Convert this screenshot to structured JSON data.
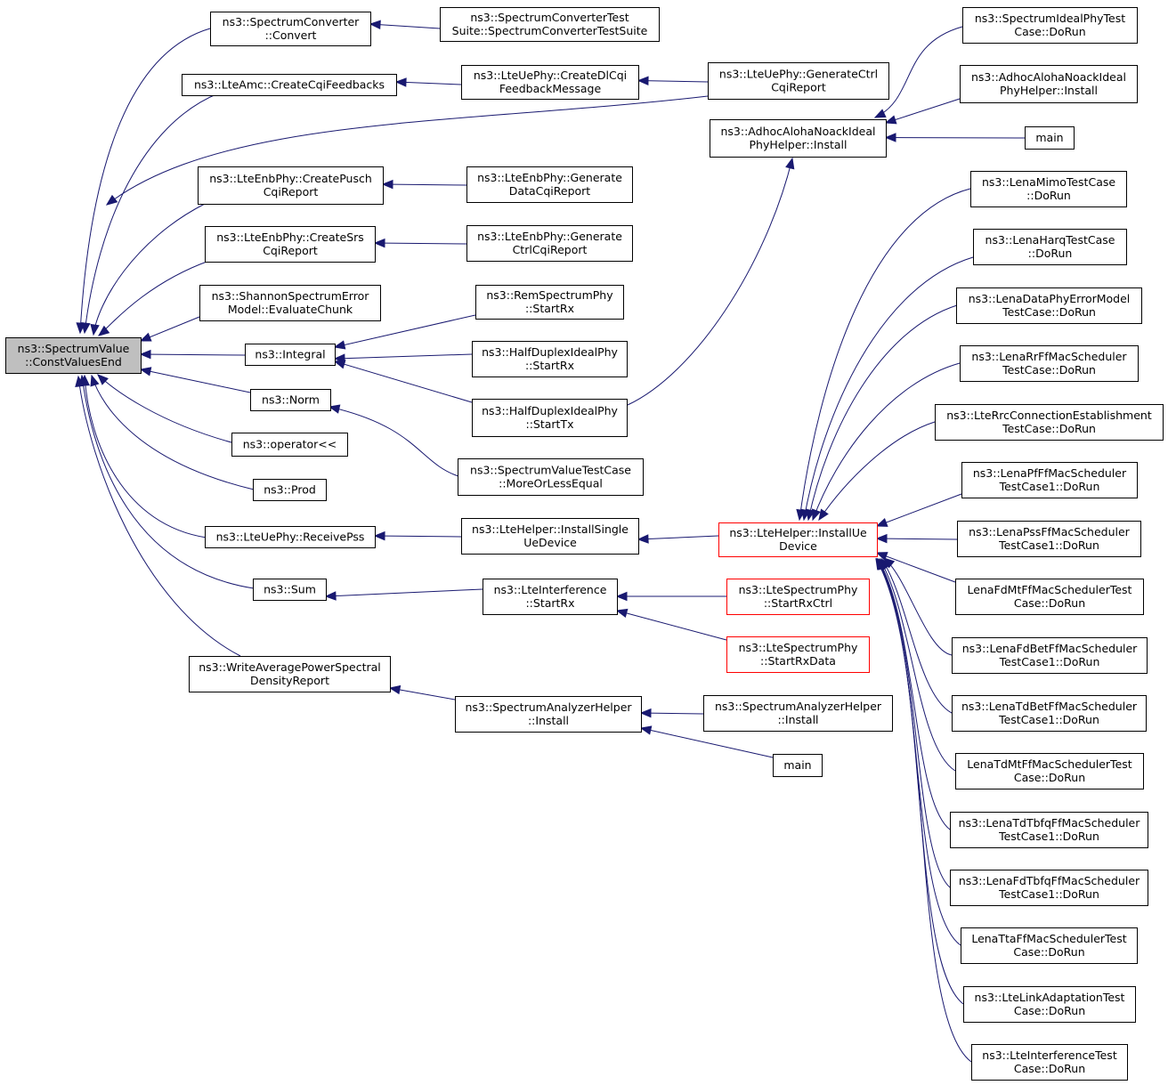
{
  "nodes": [
    {
      "id": "root",
      "lines": [
        "ns3::SpectrumValue",
        "::ConstValuesEnd"
      ],
      "style": "root",
      "link": false
    },
    {
      "id": "sc_convert",
      "lines": [
        "ns3::SpectrumConverter",
        "::Convert"
      ]
    },
    {
      "id": "sc_testsuite",
      "lines": [
        "ns3::SpectrumConverterTest",
        "Suite::SpectrumConverterTestSuite"
      ]
    },
    {
      "id": "lteamc",
      "lines": [
        "ns3::LteAmc::CreateCqiFeedbacks"
      ]
    },
    {
      "id": "ue_createdl",
      "lines": [
        "ns3::LteUePhy::CreateDlCqi",
        "FeedbackMessage"
      ]
    },
    {
      "id": "ue_genctrl",
      "lines": [
        "ns3::LteUePhy::GenerateCtrl",
        "CqiReport"
      ]
    },
    {
      "id": "spec_ideal_test",
      "lines": [
        "ns3::SpectrumIdealPhyTest",
        "Case::DoRun"
      ]
    },
    {
      "id": "aloha_install_right",
      "lines": [
        "ns3::AdhocAlohaNoackIdeal",
        "PhyHelper::Install"
      ]
    },
    {
      "id": "aloha_install_mid",
      "lines": [
        "ns3::AdhocAlohaNoackIdeal",
        "PhyHelper::Install"
      ]
    },
    {
      "id": "main_top",
      "lines": [
        "main"
      ]
    },
    {
      "id": "enb_pusch",
      "lines": [
        "ns3::LteEnbPhy::CreatePusch",
        "CqiReport"
      ]
    },
    {
      "id": "enb_gendata",
      "lines": [
        "ns3::LteEnbPhy::Generate",
        "DataCqiReport"
      ]
    },
    {
      "id": "enb_srs",
      "lines": [
        "ns3::LteEnbPhy::CreateSrs",
        "CqiReport"
      ]
    },
    {
      "id": "enb_genctrl",
      "lines": [
        "ns3::LteEnbPhy::Generate",
        "CtrlCqiReport"
      ]
    },
    {
      "id": "shannon",
      "lines": [
        "ns3::ShannonSpectrumError",
        "Model::EvaluateChunk"
      ]
    },
    {
      "id": "integral",
      "lines": [
        "ns3::Integral"
      ]
    },
    {
      "id": "rem_startrx",
      "lines": [
        "ns3::RemSpectrumPhy",
        "::StartRx"
      ]
    },
    {
      "id": "hd_startrx",
      "lines": [
        "ns3::HalfDuplexIdealPhy",
        "::StartRx"
      ]
    },
    {
      "id": "hd_starttx",
      "lines": [
        "ns3::HalfDuplexIdealPhy",
        "::StartTx"
      ]
    },
    {
      "id": "norm",
      "lines": [
        "ns3::Norm"
      ]
    },
    {
      "id": "operator",
      "lines": [
        "ns3::operator<<"
      ]
    },
    {
      "id": "svtest",
      "lines": [
        "ns3::SpectrumValueTestCase",
        "::MoreOrLessEqual"
      ]
    },
    {
      "id": "prod",
      "lines": [
        "ns3::Prod"
      ]
    },
    {
      "id": "ue_receivepss",
      "lines": [
        "ns3::LteUePhy::ReceivePss"
      ]
    },
    {
      "id": "helper_single",
      "lines": [
        "ns3::LteHelper::InstallSingle",
        "UeDevice"
      ]
    },
    {
      "id": "helper_ue",
      "lines": [
        "ns3::LteHelper::InstallUe",
        "Device"
      ],
      "style": "red"
    },
    {
      "id": "sum",
      "lines": [
        "ns3::Sum"
      ]
    },
    {
      "id": "interference",
      "lines": [
        "ns3::LteInterference",
        "::StartRx"
      ]
    },
    {
      "id": "spec_ctrl",
      "lines": [
        "ns3::LteSpectrumPhy",
        "::StartRxCtrl"
      ],
      "style": "red"
    },
    {
      "id": "spec_data",
      "lines": [
        "ns3::LteSpectrumPhy",
        "::StartRxData"
      ],
      "style": "red"
    },
    {
      "id": "write_avg",
      "lines": [
        "ns3::WriteAveragePowerSpectral",
        "DensityReport"
      ]
    },
    {
      "id": "analyzer_mid",
      "lines": [
        "ns3::SpectrumAnalyzerHelper",
        "::Install"
      ]
    },
    {
      "id": "analyzer_right",
      "lines": [
        "ns3::SpectrumAnalyzerHelper",
        "::Install"
      ]
    },
    {
      "id": "main_bottom",
      "lines": [
        "main"
      ]
    },
    {
      "id": "t_mimo",
      "lines": [
        "ns3::LenaMimoTestCase",
        "::DoRun"
      ]
    },
    {
      "id": "t_harq",
      "lines": [
        "ns3::LenaHarqTestCase",
        "::DoRun"
      ]
    },
    {
      "id": "t_dataphy",
      "lines": [
        "ns3::LenaDataPhyErrorModel",
        "TestCase::DoRun"
      ]
    },
    {
      "id": "t_rrff",
      "lines": [
        "ns3::LenaRrFfMacScheduler",
        "TestCase::DoRun"
      ]
    },
    {
      "id": "t_rrc",
      "lines": [
        "ns3::LteRrcConnectionEstablishment",
        "TestCase::DoRun"
      ]
    },
    {
      "id": "t_pfff",
      "lines": [
        "ns3::LenaPfFfMacScheduler",
        "TestCase1::DoRun"
      ]
    },
    {
      "id": "t_pssff",
      "lines": [
        "ns3::LenaPssFfMacScheduler",
        "TestCase1::DoRun"
      ]
    },
    {
      "id": "t_fdmt",
      "lines": [
        "LenaFdMtFfMacSchedulerTest",
        "Case::DoRun"
      ]
    },
    {
      "id": "t_fdbet",
      "lines": [
        "ns3::LenaFdBetFfMacScheduler",
        "TestCase1::DoRun"
      ]
    },
    {
      "id": "t_tdbet",
      "lines": [
        "ns3::LenaTdBetFfMacScheduler",
        "TestCase1::DoRun"
      ]
    },
    {
      "id": "t_tdmt",
      "lines": [
        "LenaTdMtFfMacSchedulerTest",
        "Case::DoRun"
      ]
    },
    {
      "id": "t_tdtbfq",
      "lines": [
        "ns3::LenaTdTbfqFfMacScheduler",
        "TestCase1::DoRun"
      ]
    },
    {
      "id": "t_fdtbfq",
      "lines": [
        "ns3::LenaFdTbfqFfMacScheduler",
        "TestCase1::DoRun"
      ]
    },
    {
      "id": "t_tta",
      "lines": [
        "LenaTtaFfMacSchedulerTest",
        "Case::DoRun"
      ]
    },
    {
      "id": "t_linkadapt",
      "lines": [
        "ns3::LteLinkAdaptationTest",
        "Case::DoRun"
      ]
    },
    {
      "id": "t_interf",
      "lines": [
        "ns3::LteInterferenceTest",
        "Case::DoRun"
      ]
    }
  ],
  "edges": [
    [
      "sc_convert",
      "root"
    ],
    [
      "lteamc",
      "root"
    ],
    [
      "ue_genctrl",
      "root"
    ],
    [
      "enb_pusch",
      "root"
    ],
    [
      "enb_srs",
      "root"
    ],
    [
      "shannon",
      "root"
    ],
    [
      "integral",
      "root"
    ],
    [
      "norm",
      "root"
    ],
    [
      "operator",
      "root"
    ],
    [
      "prod",
      "root"
    ],
    [
      "ue_receivepss",
      "root"
    ],
    [
      "sum",
      "root"
    ],
    [
      "write_avg",
      "root"
    ],
    [
      "sc_testsuite",
      "sc_convert"
    ],
    [
      "ue_createdl",
      "lteamc"
    ],
    [
      "ue_genctrl",
      "ue_createdl"
    ],
    [
      "spec_ideal_test",
      "aloha_install_mid"
    ],
    [
      "aloha_install_right",
      "aloha_install_mid"
    ],
    [
      "main_top",
      "aloha_install_mid"
    ],
    [
      "hd_starttx",
      "aloha_install_mid"
    ],
    [
      "enb_gendata",
      "enb_pusch"
    ],
    [
      "enb_genctrl",
      "enb_srs"
    ],
    [
      "rem_startrx",
      "integral"
    ],
    [
      "hd_startrx",
      "integral"
    ],
    [
      "hd_starttx",
      "integral"
    ],
    [
      "svtest",
      "norm"
    ],
    [
      "helper_single",
      "ue_receivepss"
    ],
    [
      "helper_ue",
      "helper_single"
    ],
    [
      "interference",
      "sum"
    ],
    [
      "spec_ctrl",
      "interference"
    ],
    [
      "spec_data",
      "interference"
    ],
    [
      "analyzer_mid",
      "write_avg"
    ],
    [
      "analyzer_right",
      "analyzer_mid"
    ],
    [
      "main_bottom",
      "analyzer_mid"
    ],
    [
      "t_mimo",
      "helper_ue"
    ],
    [
      "t_harq",
      "helper_ue"
    ],
    [
      "t_dataphy",
      "helper_ue"
    ],
    [
      "t_rrff",
      "helper_ue"
    ],
    [
      "t_rrc",
      "helper_ue"
    ],
    [
      "t_pfff",
      "helper_ue"
    ],
    [
      "t_pssff",
      "helper_ue"
    ],
    [
      "t_fdmt",
      "helper_ue"
    ],
    [
      "t_fdbet",
      "helper_ue"
    ],
    [
      "t_tdbet",
      "helper_ue"
    ],
    [
      "t_tdmt",
      "helper_ue"
    ],
    [
      "t_tdtbfq",
      "helper_ue"
    ],
    [
      "t_fdtbfq",
      "helper_ue"
    ],
    [
      "t_tta",
      "helper_ue"
    ],
    [
      "t_linkadapt",
      "helper_ue"
    ],
    [
      "t_interf",
      "helper_ue"
    ]
  ],
  "colors": {
    "edge": "#191970",
    "node_border": "#000000",
    "highlight_border": "#ff0000",
    "root_fill": "#bfbfbf"
  }
}
